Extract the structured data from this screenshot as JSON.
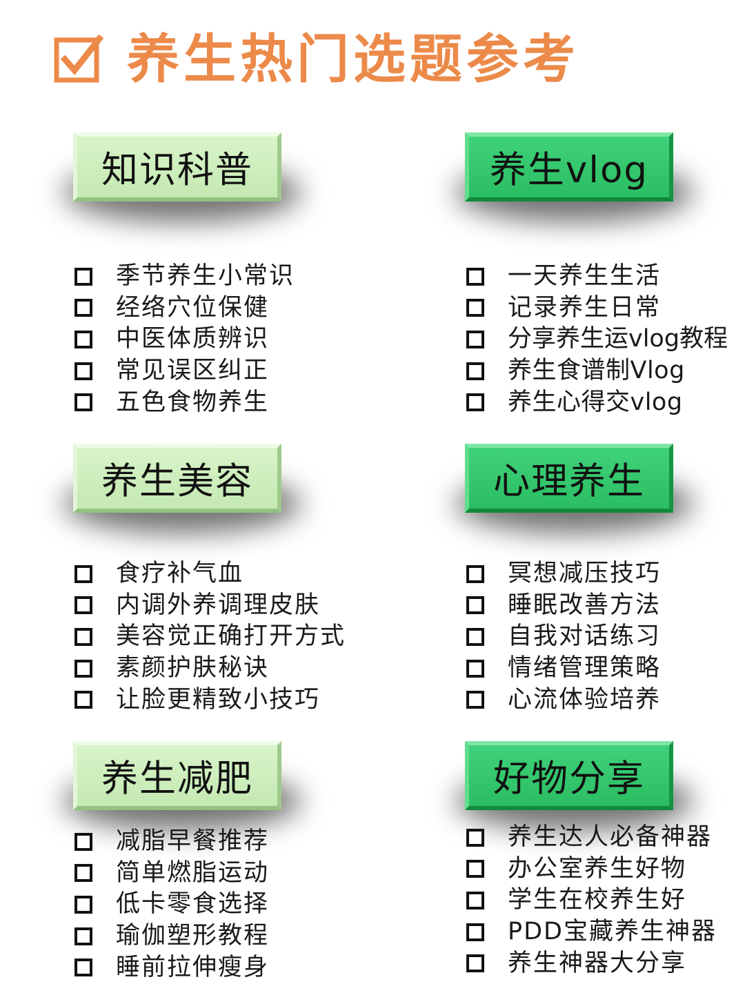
{
  "page": {
    "title": "养生热门选题参考",
    "title_icon": "checkbox-checked-icon",
    "title_color": "#ec8a4a"
  },
  "sections": [
    {
      "heading": "知识科普",
      "style": "light-green",
      "items": [
        "季节养生小常识",
        "经络穴位保健",
        "中医体质辨识",
        "常见误区纠正",
        "五色食物养生"
      ]
    },
    {
      "heading": "养生vlog",
      "style": "dark-green",
      "items": [
        "一天养生生活",
        "记录养生日常",
        "分享养生运vlog教程",
        "养生食谱制Vlog",
        "养生心得交vlog"
      ]
    },
    {
      "heading": "养生美容",
      "style": "light-green",
      "items": [
        "食疗补气血",
        "内调外养调理皮肤",
        "美容觉正确打开方式",
        "素颜护肤秘诀",
        "让脸更精致小技巧"
      ]
    },
    {
      "heading": "心理养生",
      "style": "dark-green",
      "items": [
        "冥想减压技巧",
        "睡眠改善方法",
        "自我对话练习",
        "情绪管理策略",
        "心流体验培养"
      ]
    },
    {
      "heading": "养生减肥",
      "style": "light-green",
      "items": [
        "减脂早餐推荐",
        "简单燃脂运动",
        "低卡零食选择",
        "瑜伽塑形教程",
        "睡前拉伸瘦身"
      ]
    },
    {
      "heading": "好物分享",
      "style": "dark-green",
      "items": [
        "养生达人必备神器",
        "办公室养生好物",
        "学生在校养生好",
        "PDD宝藏养生神器",
        "养生神器大分享"
      ]
    }
  ],
  "colors": {
    "light_green": "#c4e9b2",
    "dark_green": "#2bbd62",
    "text": "#111111"
  }
}
